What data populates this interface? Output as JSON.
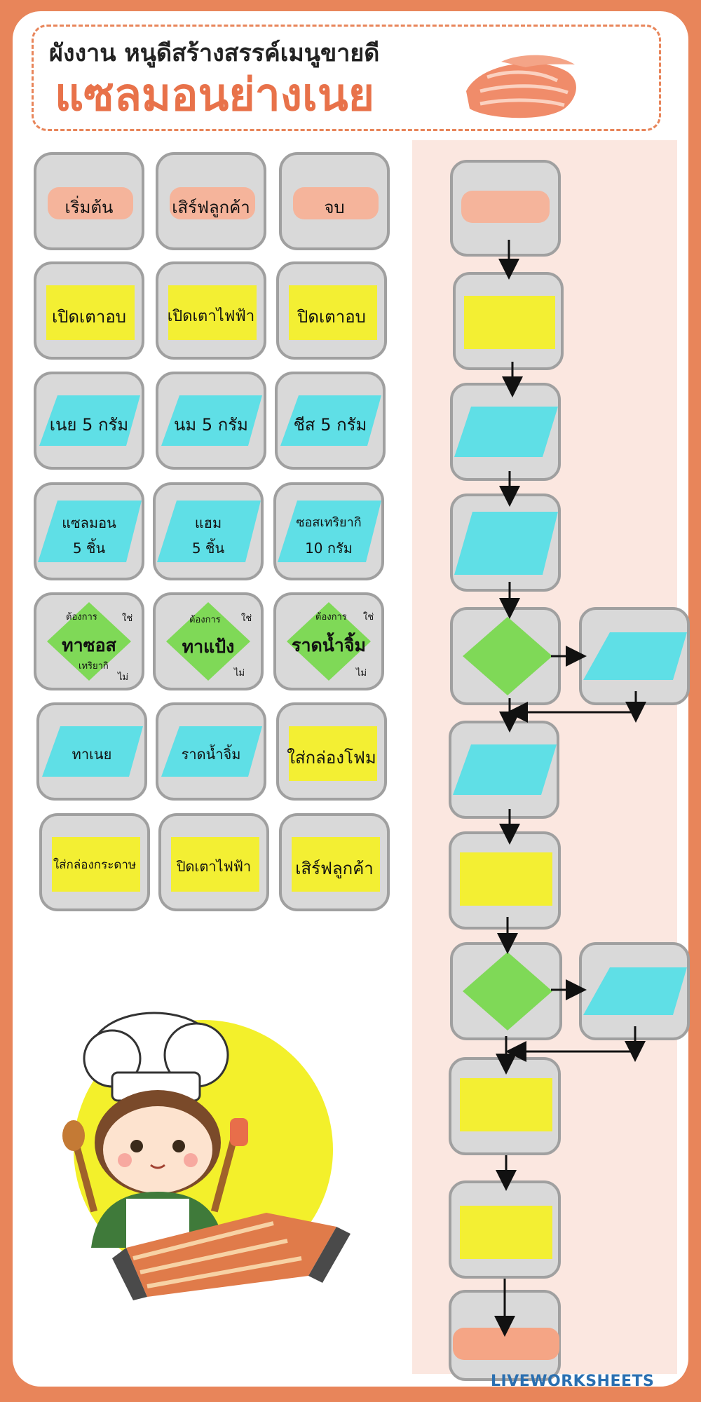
{
  "header": {
    "title_line1": "ผังงาน หนูดีสร้างสรรค์เมนูขายดี",
    "title_line2": "แซลมอนย่างเนย"
  },
  "tiles": {
    "start": "เริ่มต้น",
    "serve_customer": "เสิร์ฟลูกค้า",
    "end": "จบ",
    "open_oven": "เปิดเตาอบ",
    "open_electric_stove": "เปิดเตาไฟฟ้า",
    "close_oven": "ปิดเตาอบ",
    "butter": "เนย 5 กรัม",
    "milk": "นม 5 กรัม",
    "cheese": "ชีส 5 กรัม",
    "salmon_l1": "แซลมอน",
    "salmon_l2": "5 ชิ้น",
    "ham_l1": "แฮม",
    "ham_l2": "5 ชิ้น",
    "teriyaki_l1": "ซอสเทริยากิ",
    "teriyaki_l2": "10 กรัม",
    "dec1_want": "ต้องการ",
    "dec1_main": "ทาซอส",
    "dec1_sub": "เทริยากิ",
    "dec1_yes": "ใช่",
    "dec1_no": "ไม่",
    "dec2_want": "ต้องการ",
    "dec2_main": "ทาแป้ง",
    "dec2_yes": "ใช่",
    "dec2_no": "ไม่",
    "dec3_want": "ต้องการ",
    "dec3_main": "ราดน้ำจิ้ม",
    "dec3_yes": "ใช่",
    "dec3_no": "ไม่",
    "spread_butter": "ทาเนย",
    "pour_dip": "ราดน้ำจิ้ม",
    "foam_box": "ใส่กล่องโฟม",
    "paper_box": "ใส่กล่องกระดาษ",
    "close_electric_stove": "ปิดเตาไฟฟ้า",
    "serve_customer_2": "เสิร์ฟลูกค้า"
  },
  "brand": "LIVEWORKSHEETS",
  "colors": {
    "frame": "#e8855a",
    "terminal": "#f5b49b",
    "process": "#f3ef33",
    "io": "#5fdfe6",
    "decision": "#7fd957",
    "tile_bg": "#d9d9d9",
    "panel": "#fbe7e0"
  }
}
